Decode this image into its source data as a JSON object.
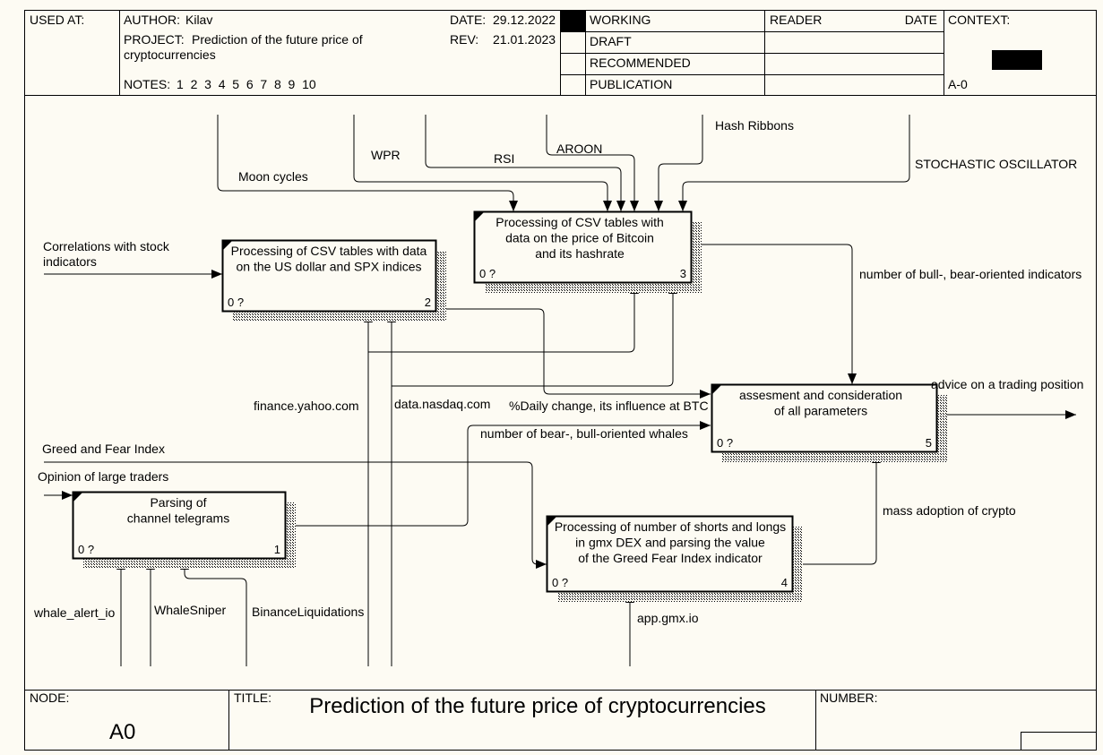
{
  "header": {
    "used_at": "USED AT:",
    "author_label": "AUTHOR:",
    "author": "Kilav",
    "project_label": "PROJECT:",
    "project_line1": "Prediction of the future price of",
    "project_line2": "cryptocurrencies",
    "notes_label": "NOTES:",
    "notes": "1  2  3  4  5  6  7  8  9  10",
    "date_label": "DATE:",
    "date": "29.12.2022",
    "rev_label": "REV:",
    "rev": "21.01.2023",
    "status_working": "WORKING",
    "status_draft": "DRAFT",
    "status_recommended": "RECOMMENDED",
    "status_publication": "PUBLICATION",
    "reader": "READER",
    "reader_date": "DATE",
    "context": "CONTEXT:",
    "context_node": "A-0"
  },
  "boxes": {
    "b1": {
      "lines": [
        "Parsing of",
        "channel telegrams"
      ],
      "cost": "0 ?",
      "num": "1"
    },
    "b2": {
      "lines": [
        "Processing of CSV tables with data",
        "on the US dollar and SPX indices"
      ],
      "cost": "0 ?",
      "num": "2"
    },
    "b3": {
      "lines": [
        "Processing of CSV tables with",
        "data on the price of Bitcoin",
        "and its hashrate"
      ],
      "cost": "0 ?",
      "num": "3"
    },
    "b4": {
      "lines": [
        "Processing of number of shorts and longs",
        "in gmx DEX  and parsing the value",
        "of the Greed Fear Index indicator"
      ],
      "cost": "0 ?",
      "num": "4"
    },
    "b5": {
      "lines": [
        "assesment and consideration",
        "of all parameters"
      ],
      "cost": "0 ?",
      "num": "5"
    }
  },
  "arrow_labels": {
    "moon_cycles": "Moon cycles",
    "wpr": "WPR",
    "rsi": "RSI",
    "aroon": "AROON",
    "hash_ribbons": "Hash Ribbons",
    "stochastic": "STOCHASTIC OSCILLATOR",
    "correlations_1": "Correlations with stock",
    "correlations_2": "indicators",
    "bull_bear_indicators": "number of bull-, bear-oriented indicators",
    "advice": "advice on a trading position",
    "finance_yahoo": "finance.yahoo.com",
    "nasdaq": "data.nasdaq.com",
    "daily_change": "%Daily change, its influence at BTC",
    "bear_bull_whales": "number of bear-, bull-oriented whales",
    "greed_fear": "Greed and Fear Index",
    "opinion": "Opinion of large traders",
    "mass_adoption": "mass adoption of crypto",
    "whale_alert": "whale_alert_io",
    "whale_sniper": "WhaleSniper",
    "binance_liq": "BinanceLiquidations",
    "gmx": "app.gmx.io"
  },
  "footer": {
    "node_label": "NODE:",
    "node": "A0",
    "title_label": "TITLE:",
    "title": "Prediction of the future price of cryptocurrencies",
    "number_label": "NUMBER:"
  }
}
